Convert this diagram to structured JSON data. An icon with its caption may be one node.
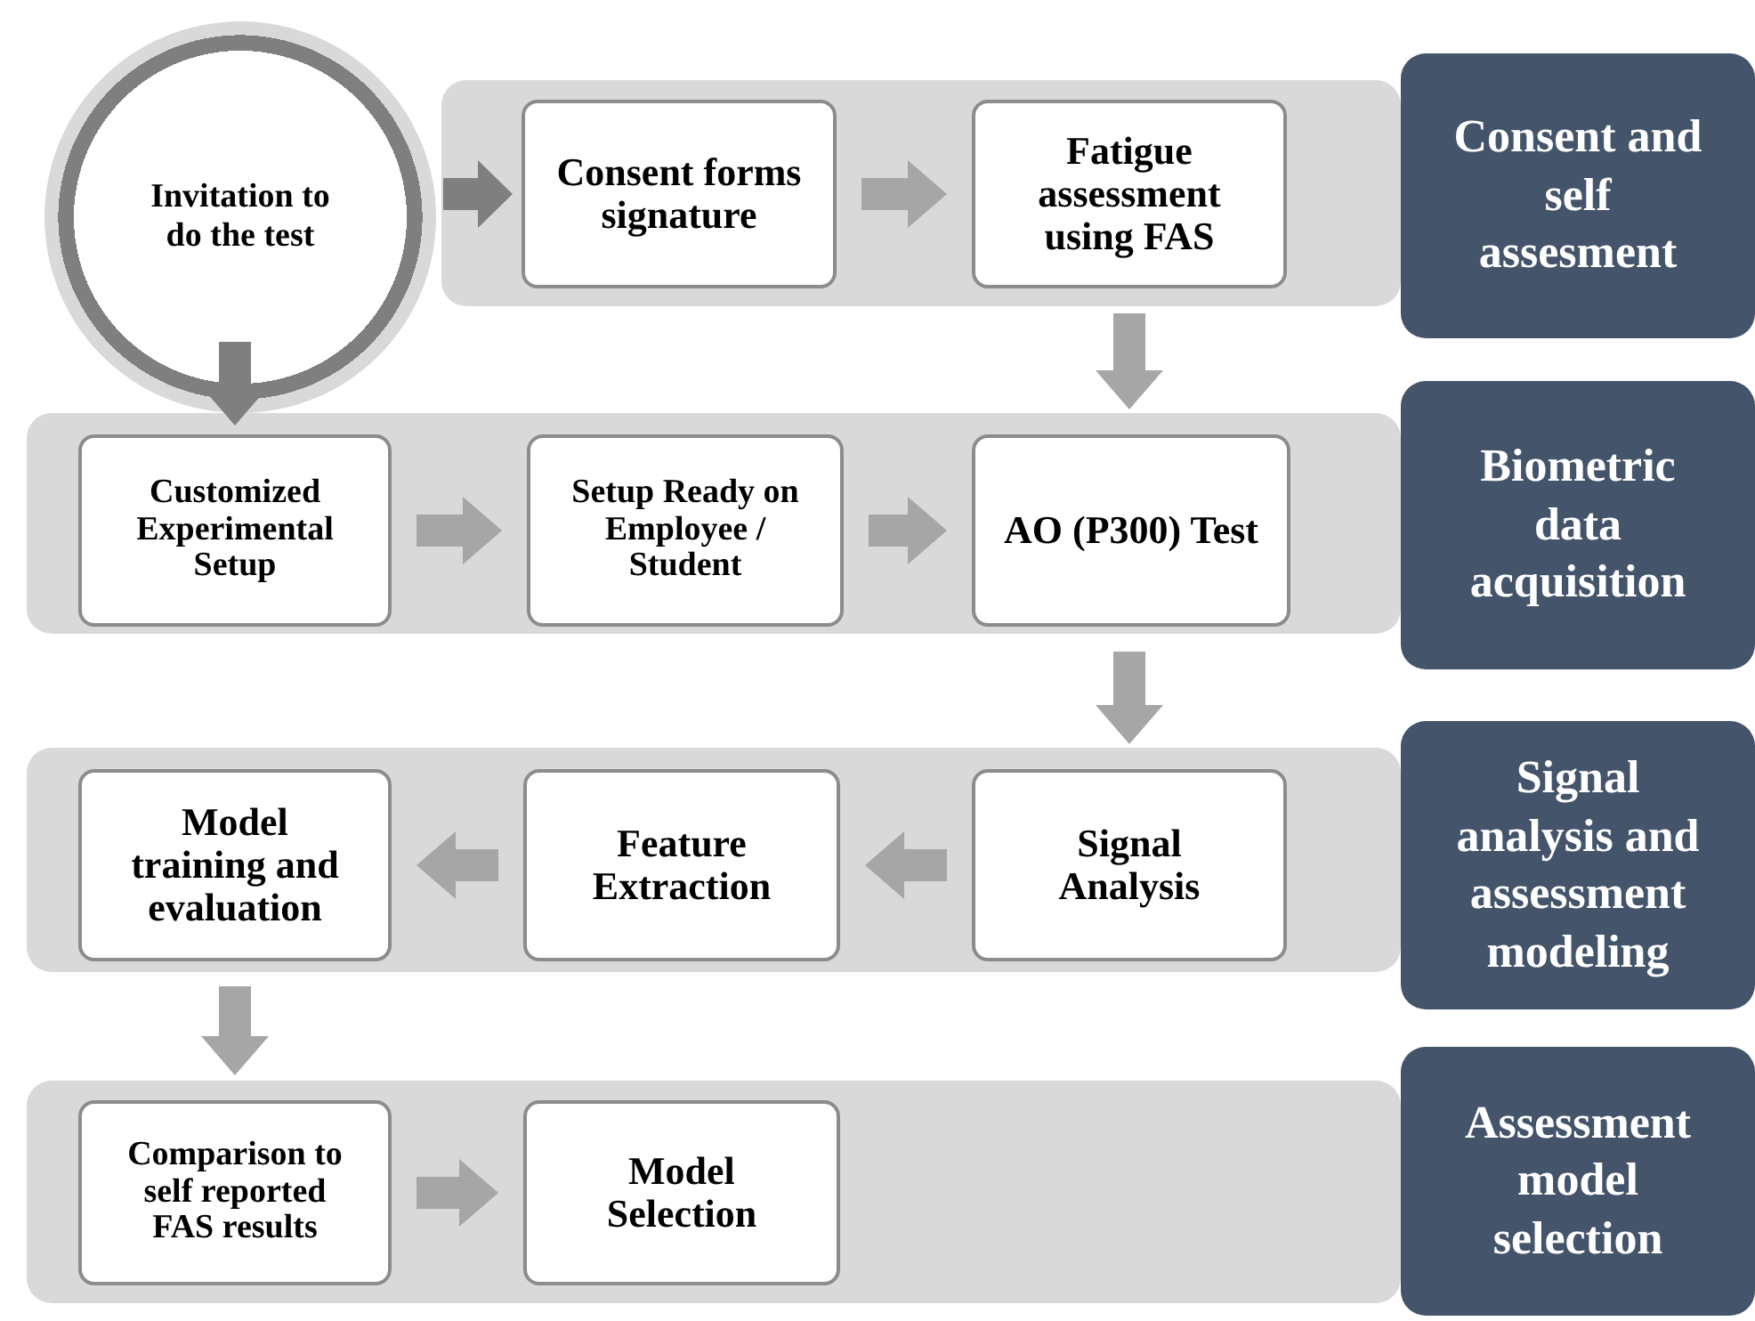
{
  "diagram": {
    "nodes": [
      {
        "text": [],
        "shape": "band"
      },
      {
        "text": [
          "Invitation to do the test"
        ]
      },
      {
        "text": [
          "Consent forms signature"
        ],
        "in": 0
      },
      {
        "text": [
          "Fatigue assessment using FAS"
        ],
        "in": 0
      },
      {
        "text": [
          "Consent and self assesment"
        ]
      },
      {
        "text": [],
        "shape": "band"
      },
      {
        "text": [
          "Customized Experimental Setup"
        ],
        "in": 5
      },
      {
        "text": [
          "Setup Ready on Employee / Student"
        ],
        "in": 5
      },
      {
        "text": [
          "AO (P300) Test"
        ],
        "in": 5
      },
      {
        "text": [
          "Biometric data acquisition"
        ]
      },
      {
        "text": [],
        "shape": "band"
      },
      {
        "text": [
          "Model training and evaluation"
        ],
        "in": 10
      },
      {
        "text": [
          "Feature Extraction"
        ],
        "in": 10
      },
      {
        "text": [
          "Signal Analysis"
        ],
        "in": 10
      },
      {
        "text": [
          "Signal analysis and assessment modeling"
        ]
      },
      {
        "text": [],
        "shape": "band"
      },
      {
        "text": [
          "Comparison to self reported FAS results"
        ],
        "in": 15
      },
      {
        "text": [
          "Model Selection"
        ],
        "in": 15
      },
      {
        "text": [
          "Assessment model selection"
        ]
      }
    ],
    "edges": [
      {
        "from": 1,
        "to": 2,
        "arrow": "to",
        "color": "#7f7f7f"
      },
      {
        "from": 2,
        "to": 3,
        "arrow": "to"
      },
      {
        "from": 3,
        "to": 8,
        "arrow": "to"
      },
      {
        "from": 1,
        "to": 6,
        "arrow": "to",
        "color": "#7f7f7f"
      },
      {
        "from": 6,
        "to": 7,
        "arrow": "to"
      },
      {
        "from": 7,
        "to": 8,
        "arrow": "to"
      },
      {
        "from": 8,
        "to": 13,
        "arrow": "to"
      },
      {
        "from": 13,
        "to": 12,
        "arrow": "to"
      },
      {
        "from": 12,
        "to": 11,
        "arrow": "to"
      },
      {
        "from": 11,
        "to": 16,
        "arrow": "to"
      },
      {
        "from": 16,
        "to": 17,
        "arrow": "to"
      }
    ]
  }
}
